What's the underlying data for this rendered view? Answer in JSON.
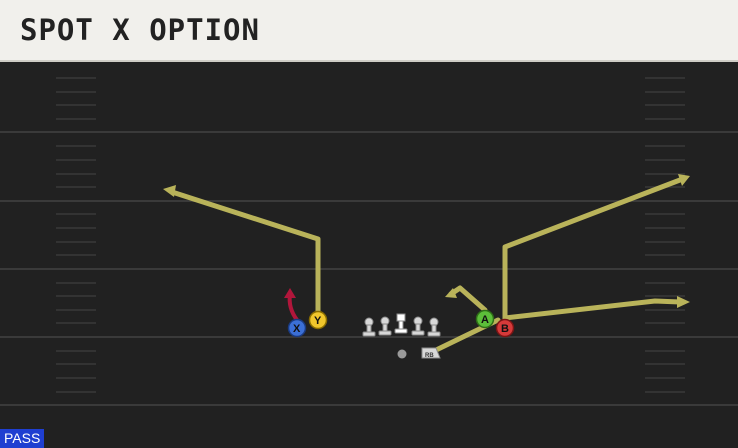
{
  "play": {
    "title": "SPOT X OPTION",
    "type_label": "PASS"
  },
  "colors": {
    "field": "#212121",
    "yard_line": "#3a3a3a",
    "route": "#b9b35a",
    "block_route": "#b1163b",
    "x_button": "#3b6fd6",
    "y_button": "#f0c62c",
    "a_button": "#5cbf3a",
    "b_button": "#d63a3a",
    "badge": "#1f3fd1"
  },
  "players": {
    "x": {
      "label": "X",
      "icon": "x-button-icon"
    },
    "y": {
      "label": "Y",
      "icon": "y-button-icon"
    },
    "a": {
      "label": "A",
      "icon": "a-button-icon"
    },
    "b": {
      "label": "B",
      "icon": "b-button-icon"
    },
    "rb": {
      "label": "RB",
      "icon": "running-back-icon"
    },
    "qb": {
      "icon": "quarterback-icon"
    },
    "linemen": {
      "icon": "lineman-icon"
    }
  }
}
